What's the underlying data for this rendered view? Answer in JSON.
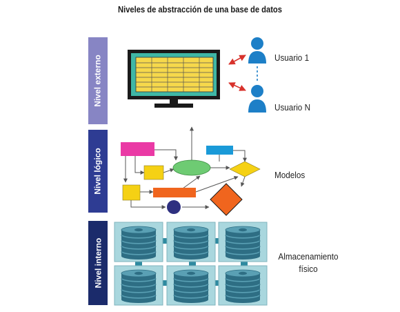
{
  "title": "Niveles de abstracción de una base de datos",
  "levels": {
    "external": {
      "label": "Nivel externo",
      "color": "#8785c4"
    },
    "logical": {
      "label": "Nivel lógico",
      "color": "#2e3c93"
    },
    "internal": {
      "label": "Nivel interno",
      "color": "#1b2b6b"
    }
  },
  "users": {
    "first": "Usuario 1",
    "last": "Usuario N"
  },
  "models_label": "Modelos",
  "storage_label": {
    "line1": "Almacenamiento",
    "line2": "físico"
  },
  "colors": {
    "user": "#1d7fc7",
    "arrow_red": "#d8322c",
    "monitor_frame": "#1a1a1a",
    "monitor_screen": "#3fb7a6",
    "table_fill": "#f6d84b",
    "box_magenta": "#ea3aa5",
    "box_yellow": "#f5d114",
    "ellipse_green": "#6ecb73",
    "box_blue": "#1a9ad8",
    "diamond_yellow": "#f5d114",
    "box_orange": "#f0651e",
    "diamond_orange": "#f0651e",
    "circle_navy": "#2e3080",
    "tile_fill": "#a9d7de",
    "disk_dark": "#2e6e84",
    "disk_light": "#5aa0b4",
    "connector": "#2e8aa0"
  }
}
